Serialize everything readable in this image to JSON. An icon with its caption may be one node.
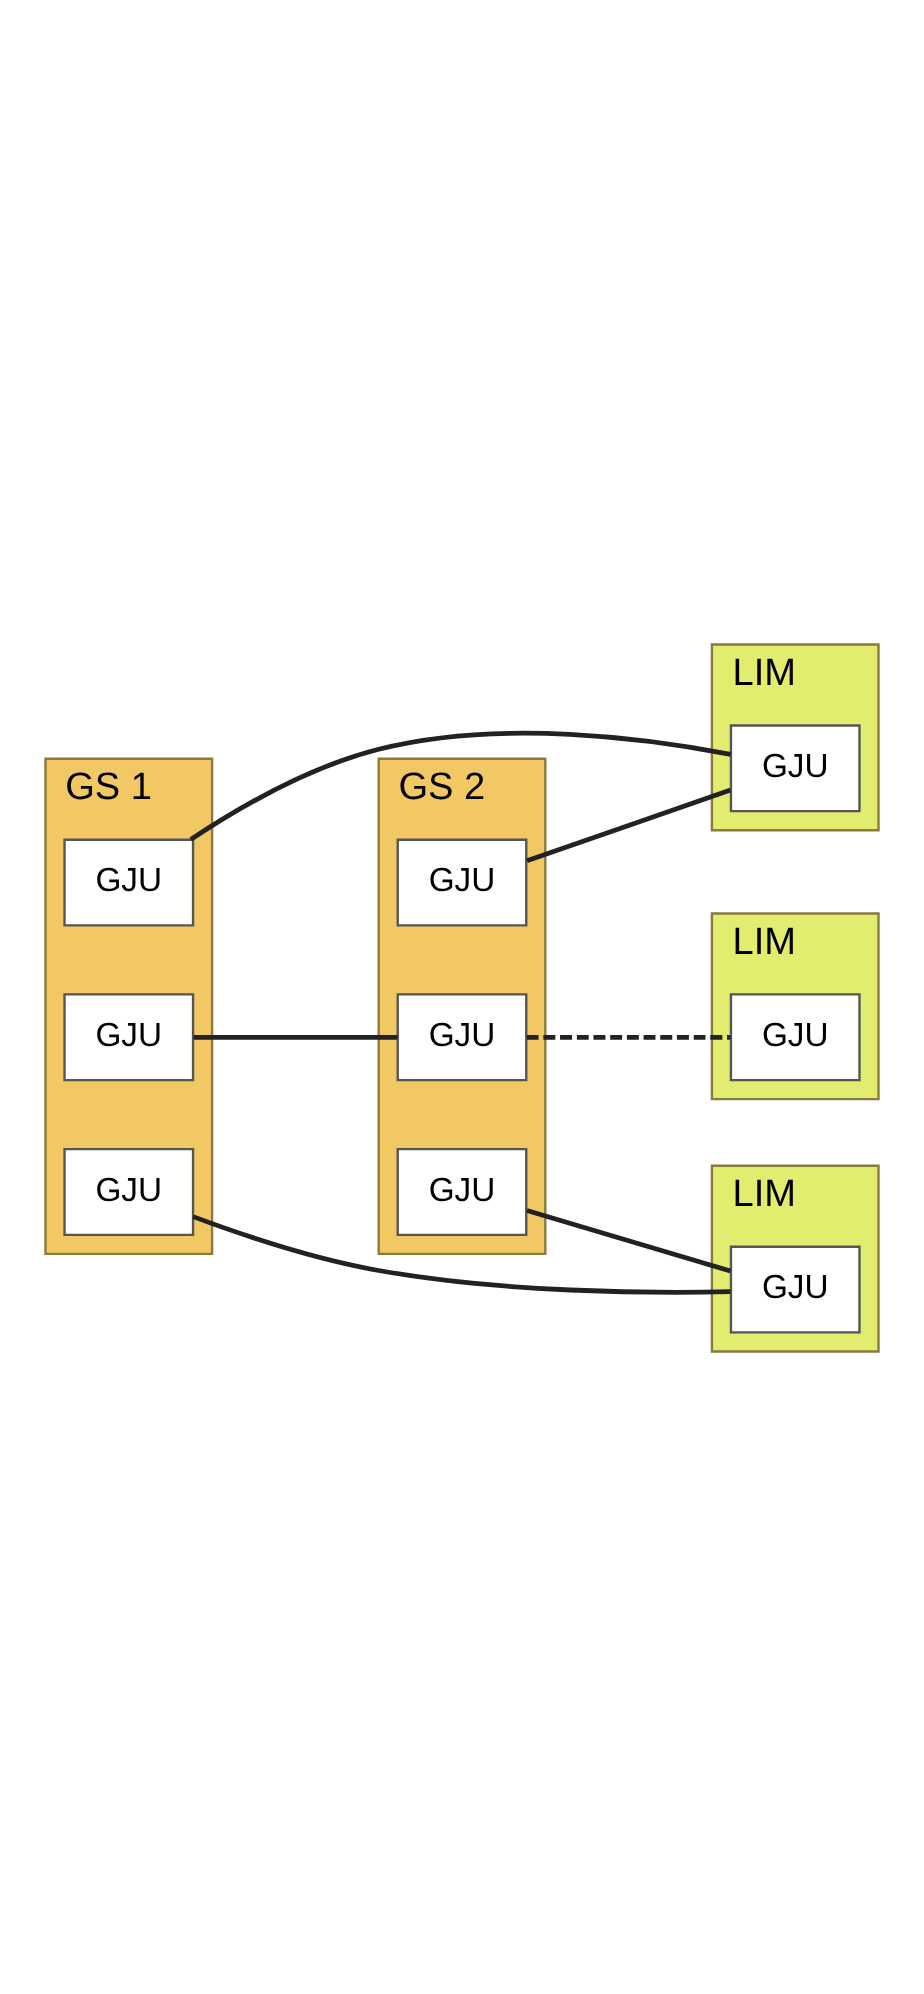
{
  "diagram": {
    "nodes": [
      {
        "text": [
          "GS 1"
        ]
      },
      {
        "text": [
          "GJU"
        ],
        "in": 0
      },
      {
        "text": [
          "GJU"
        ],
        "in": 0
      },
      {
        "text": [
          "GJU"
        ],
        "in": 0
      },
      {
        "text": [
          "GS 2"
        ]
      },
      {
        "text": [
          "GJU"
        ],
        "in": 4
      },
      {
        "text": [
          "GJU"
        ],
        "in": 4
      },
      {
        "text": [
          "GJU"
        ],
        "in": 4
      },
      {
        "text": [
          "LIM"
        ]
      },
      {
        "text": [
          "GJU"
        ],
        "in": 8
      },
      {
        "text": [
          "LIM"
        ]
      },
      {
        "text": [
          "GJU"
        ],
        "in": 10
      },
      {
        "text": [
          "LIM"
        ]
      },
      {
        "text": [
          "GJU"
        ],
        "in": 12
      }
    ],
    "edges": [
      {
        "from": 1,
        "to": 9,
        "arrow": "none"
      },
      {
        "from": 3,
        "to": 11,
        "arrow": "none"
      },
      {
        "from": 5,
        "to": 9,
        "arrow": "none"
      },
      {
        "from": 7,
        "to": 11,
        "arrow": "none"
      },
      {
        "from": 2,
        "to": 6,
        "arrow": "none"
      },
      {
        "from": 6,
        "to": 13,
        "arrow": "none",
        "style": "dashed"
      }
    ]
  }
}
